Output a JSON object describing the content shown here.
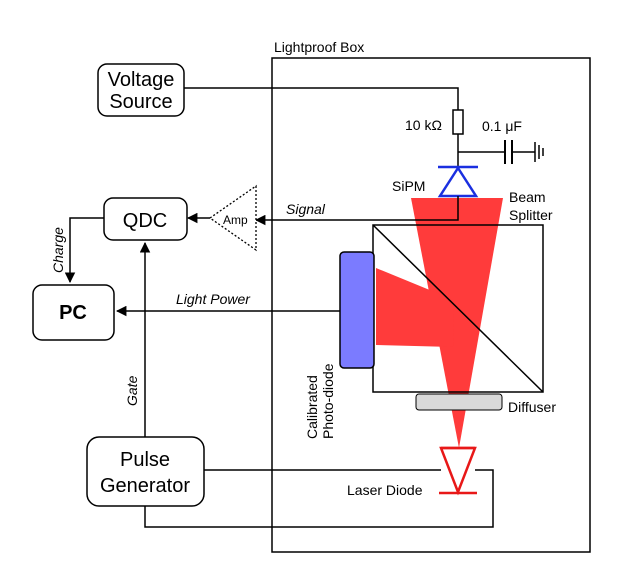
{
  "labels": {
    "enclosure": "Lightproof Box",
    "voltage_source_line1": "Voltage",
    "voltage_source_line2": "Source",
    "resistor": "10 kΩ",
    "capacitor": "0.1 μF",
    "sipm": "SiPM",
    "beam_splitter_line1": "Beam",
    "beam_splitter_line2": "Splitter",
    "qdc": "QDC",
    "amp": "Amp",
    "signal": "Signal",
    "charge": "Charge",
    "pc": "PC",
    "light_power": "Light Power",
    "photodiode_line1": "Calibrated",
    "photodiode_line2": "Photo-diode",
    "diffuser": "Diffuser",
    "gate": "Gate",
    "pulse_generator_line1": "Pulse",
    "pulse_generator_line2": "Generator",
    "laser_diode": "Laser Diode"
  },
  "colors": {
    "laser_beam": "#ff3b3b",
    "photodiode": "#7b7bff",
    "diode_symbol": "#e81818",
    "sipm_symbol": "#1a2fe0",
    "diffuser": "#d9d9d9"
  }
}
